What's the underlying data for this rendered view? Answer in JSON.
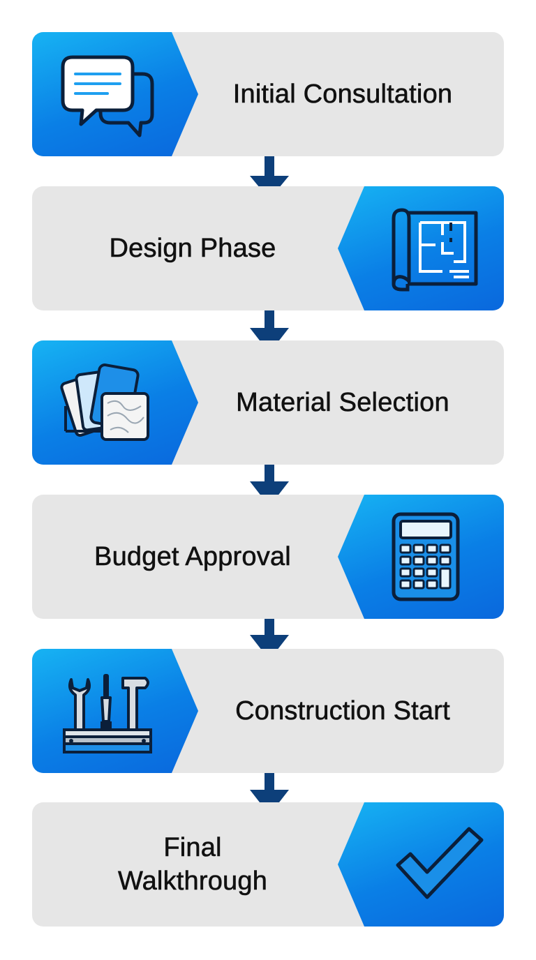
{
  "colors": {
    "card_background": "#e6e6e6",
    "icon_panel_gradient_start": "#17b3f3",
    "icon_panel_gradient_end": "#0a68dd",
    "connector": "#0d3f7a",
    "text": "#111111"
  },
  "steps": [
    {
      "label": "Initial Consultation",
      "icon": "chat-bubbles-icon"
    },
    {
      "label": "Design Phase",
      "icon": "blueprint-icon"
    },
    {
      "label": "Material Selection",
      "icon": "material-swatches-icon"
    },
    {
      "label": "Budget Approval",
      "icon": "calculator-icon"
    },
    {
      "label": "Construction Start",
      "icon": "toolbox-icon"
    },
    {
      "label": "Final Walkthrough",
      "icon": "checkmark-icon"
    }
  ]
}
